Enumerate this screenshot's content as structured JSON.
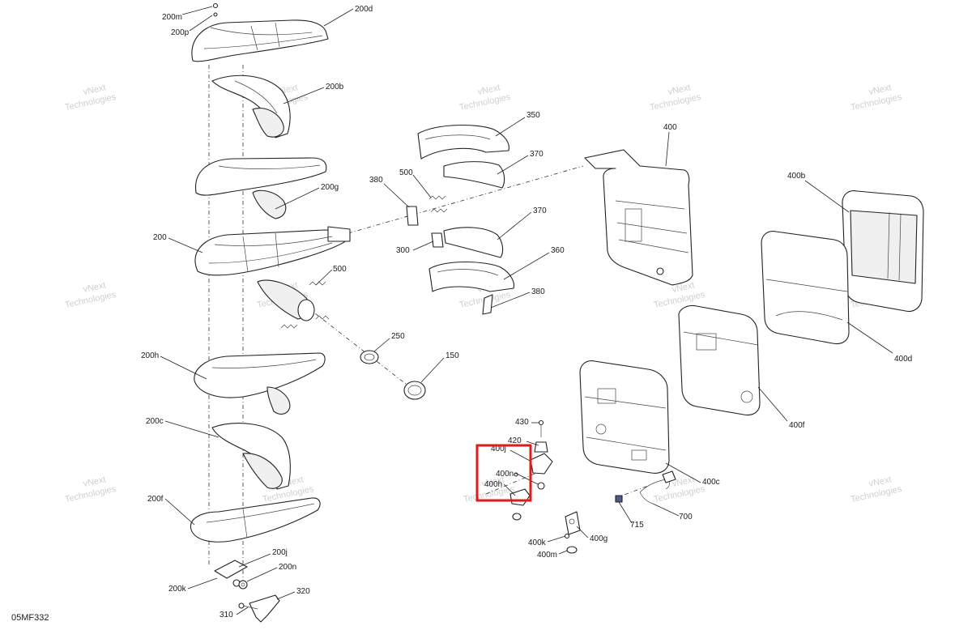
{
  "diagram_code": "05MF332",
  "watermark": [
    "vNext",
    "Technologies"
  ],
  "highlight_color": "#e01b1b",
  "callouts": {
    "p200m": "200m",
    "p200p": "200p",
    "p200d": "200d",
    "p200b": "200b",
    "p200g": "200g",
    "p200": "200",
    "p500a": "500",
    "p200h": "200h",
    "p200c": "200c",
    "p200f": "200f",
    "p200j": "200j",
    "p200n": "200n",
    "p200k": "200k",
    "p320": "320",
    "p310": "310",
    "p250": "250",
    "p150": "150",
    "p380a": "380",
    "p500b": "500",
    "p300": "300",
    "p350": "350",
    "p370a": "370",
    "p370b": "370",
    "p360": "360",
    "p380b": "380",
    "p400": "400",
    "p400b": "400b",
    "p400d": "400d",
    "p400f": "400f",
    "p400c": "400c",
    "p430": "430",
    "p420": "420",
    "p400j": "400j",
    "p400n": "400n",
    "p400h": "400h",
    "p400k": "400k",
    "p400m": "400m",
    "p400g": "400g",
    "p715": "715",
    "p700": "700"
  }
}
